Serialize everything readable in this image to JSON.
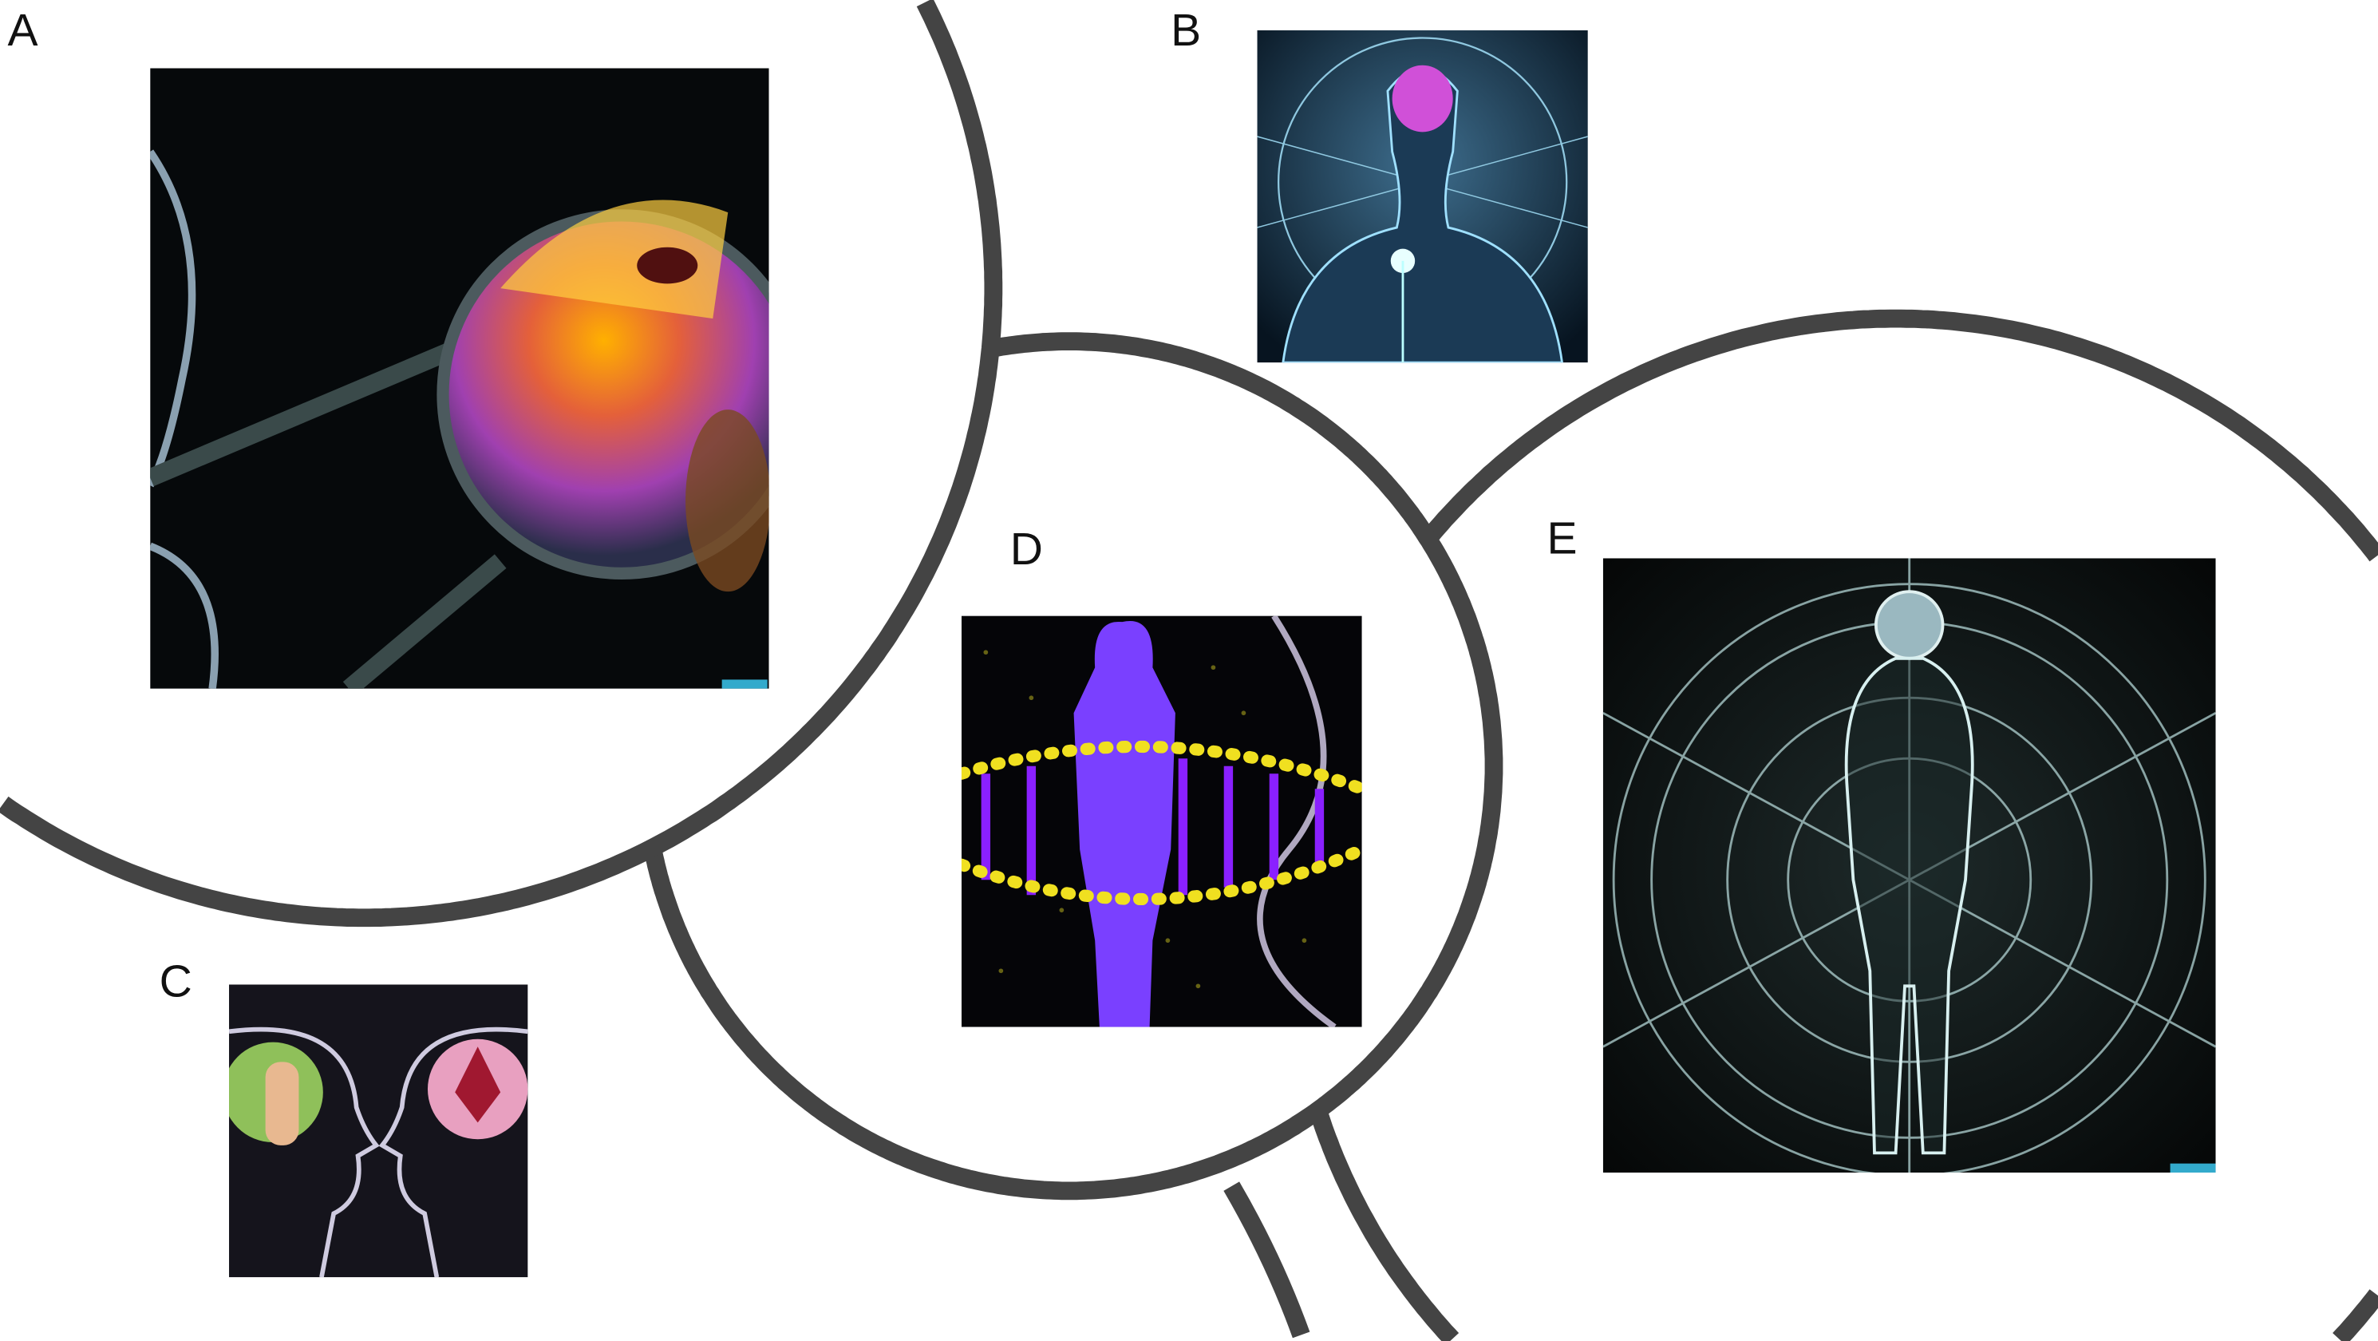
{
  "figure": {
    "panels": [
      {
        "label": "A"
      },
      {
        "label": "B"
      },
      {
        "label": "C"
      },
      {
        "label": "D"
      },
      {
        "label": "E"
      }
    ]
  },
  "colors": {
    "ring": "#444444",
    "background": "#ffffff"
  }
}
